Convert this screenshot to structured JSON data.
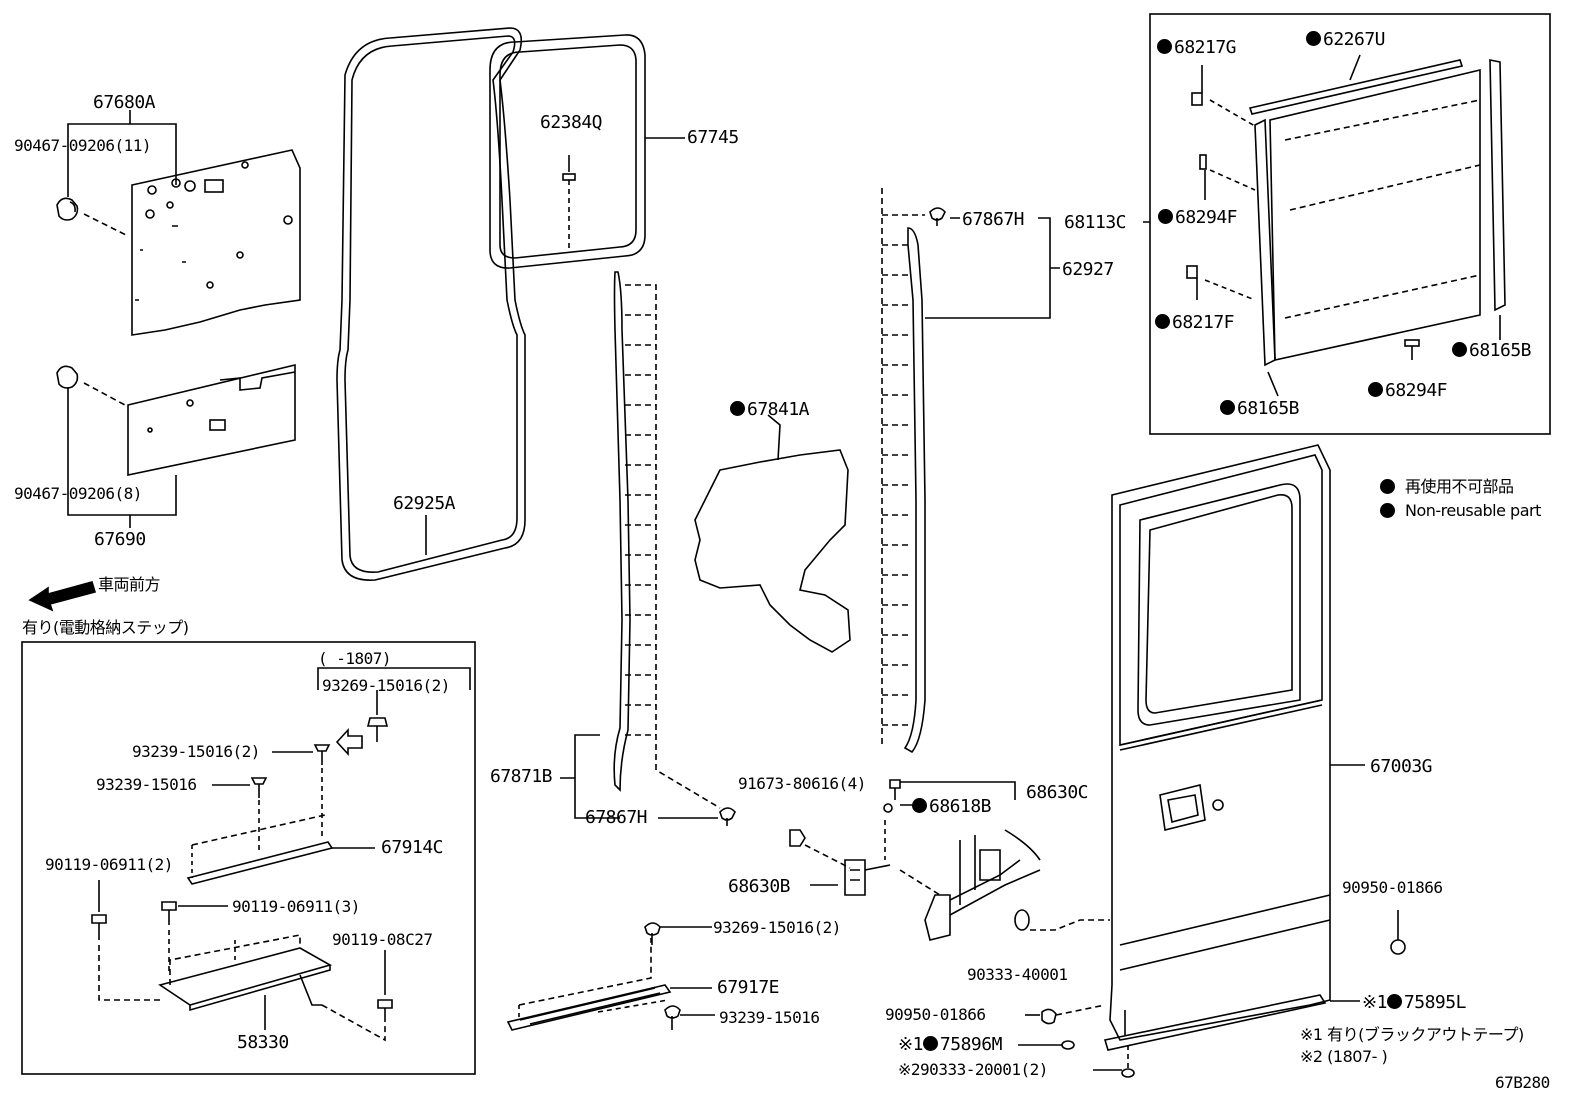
{
  "labels": {
    "p67680A": "67680A",
    "p90467_11": "90467-09206(11)",
    "p90467_8": "90467-09206(8)",
    "p67690": "67690",
    "p62384Q": "62384Q",
    "p67745": "67745",
    "p62925A": "62925A",
    "p67867H_top": "67867H",
    "p62927": "62927",
    "p68113C": "68113C",
    "p68217G": "68217G",
    "p62267U": "62267U",
    "p68294F_a": "68294F",
    "p68217F": "68217F",
    "p68165B_r": "68165B",
    "p68294F_b": "68294F",
    "p68165B_l": "68165B",
    "p67841A": "67841A",
    "p67871B": "67871B",
    "p67867H_bot": "67867H",
    "p91673": "91673-80616(4)",
    "p68630C": "68630C",
    "p68618B": "68618B",
    "p68630B": "68630B",
    "p67003G": "67003G",
    "p90950_r": "90950-01866",
    "p90333_40001": "90333-40001",
    "p90950_l": "90950-01866",
    "p75895L": "75895L",
    "p75896M": "75896M",
    "p90333_20001": "90333-20001(2)",
    "mark1a": "※1",
    "mark1b": "※1",
    "mark2": "※2",
    "p93269_2_mid": "93269-15016(2)",
    "p67917E": "67917E",
    "p93239_mid": "93239-15016",
    "p1807": "(      -1807)",
    "p93269_2_box": "93269-15016(2)",
    "p93239_2": "93239-15016(2)",
    "p93239_box": "93239-15016",
    "p67914C": "67914C",
    "p90119_2": "90119-06911(2)",
    "p90119_3": "90119-06911(3)",
    "p90119_08": "90119-08C27",
    "p58330": "58330"
  },
  "front_direction": "車両前方",
  "option_title": "有り(電動格納ステップ)",
  "legend": {
    "jp": "再使用不可部品",
    "en": "Non-reusable part"
  },
  "notes": {
    "n1": "※1 有り(ブラックアウトテープ)",
    "n2": "※2 (1807-      )"
  },
  "diagram_code": "67B280"
}
